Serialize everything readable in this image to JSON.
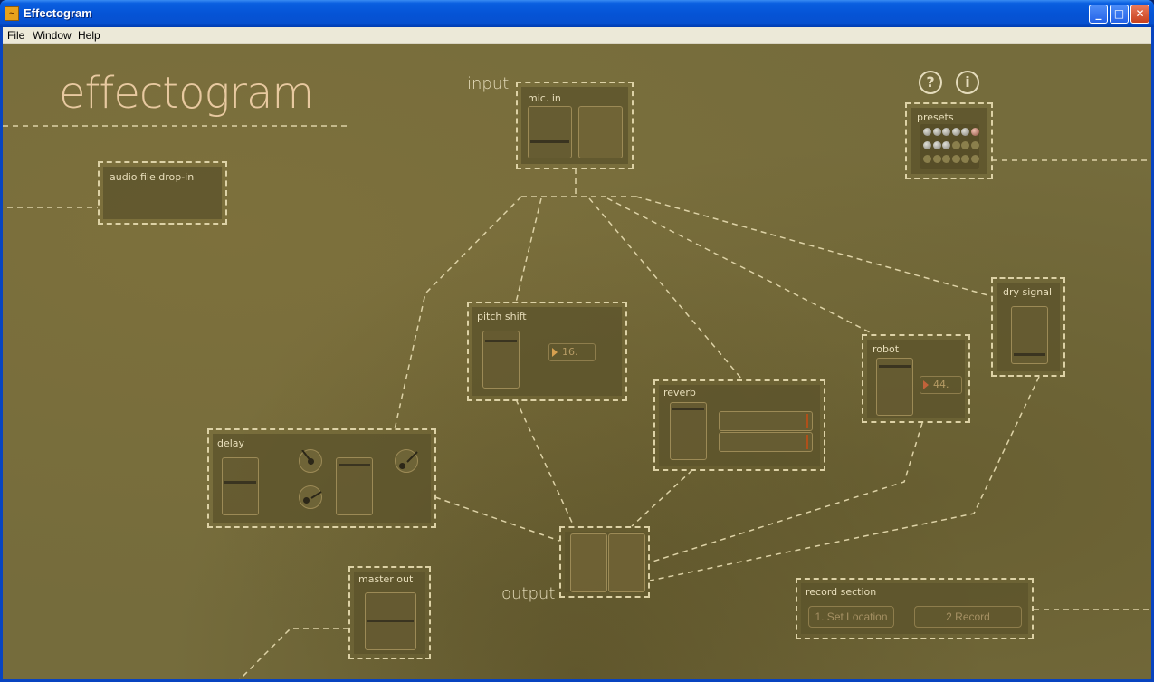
{
  "window": {
    "title": "Effectogram"
  },
  "menu": [
    {
      "label": "File"
    },
    {
      "label": "Window"
    },
    {
      "label": "Help"
    }
  ],
  "logo": "effectogram",
  "labels": {
    "input": "input",
    "output": "output"
  },
  "help_icon": {
    "glyph": "?",
    "icon": "question-circle-icon"
  },
  "info_icon": {
    "glyph": "i",
    "icon": "info-circle-icon"
  },
  "modules": {
    "mic_in": {
      "title": "mic. in"
    },
    "audio_drop": {
      "title": "audio file drop-in"
    },
    "presets": {
      "title": "presets",
      "rows": 3,
      "cols": 6,
      "lit": 5
    },
    "pitch_shift": {
      "title": "pitch shift",
      "value": "16."
    },
    "reverb": {
      "title": "reverb"
    },
    "robot": {
      "title": "robot",
      "value": "44."
    },
    "dry_signal": {
      "title": "dry signal"
    },
    "delay": {
      "title": "delay"
    },
    "master_out": {
      "title": "master out"
    },
    "record": {
      "title": "record section",
      "set_location": "1. Set Location",
      "record": "2 Record"
    }
  },
  "colors": {
    "background": "#756c3c",
    "accent": "#e8c9a0",
    "dash": "#ddd2a6"
  }
}
